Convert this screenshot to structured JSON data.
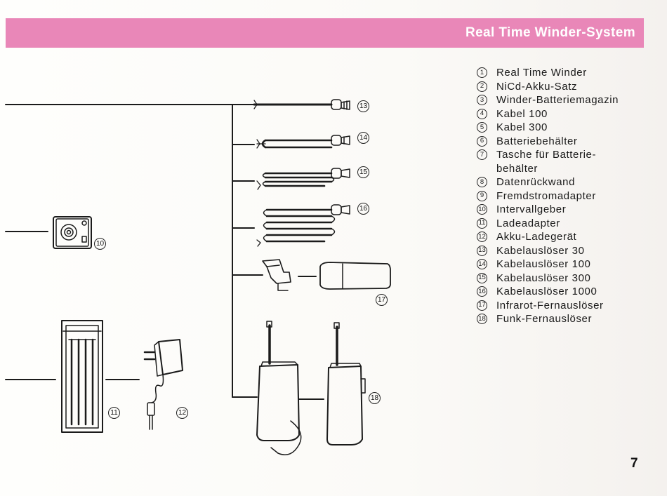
{
  "header": {
    "title": "Real Time Winder-System",
    "bar_color": "#e987b8"
  },
  "legend": [
    {
      "num": "1",
      "label": "Real Time Winder"
    },
    {
      "num": "2",
      "label": "NiCd-Akku-Satz"
    },
    {
      "num": "3",
      "label": "Winder-Batteriemagazin"
    },
    {
      "num": "4",
      "label": "Kabel 100"
    },
    {
      "num": "5",
      "label": "Kabel 300"
    },
    {
      "num": "6",
      "label": "Batteriebehälter"
    },
    {
      "num": "7",
      "label": "Tasche für Batterie-\nbehälter"
    },
    {
      "num": "8",
      "label": "Datenrückwand"
    },
    {
      "num": "9",
      "label": "Fremdstromadapter"
    },
    {
      "num": "10",
      "label": "Intervallgeber"
    },
    {
      "num": "11",
      "label": "Ladeadapter"
    },
    {
      "num": "12",
      "label": "Akku-Ladegerät"
    },
    {
      "num": "13",
      "label": "Kabelauslöser 30"
    },
    {
      "num": "14",
      "label": "Kabelauslöser 100"
    },
    {
      "num": "15",
      "label": "Kabelauslöser 300"
    },
    {
      "num": "16",
      "label": "Kabelauslöser 1000"
    },
    {
      "num": "17",
      "label": "Infrarot-Fernauslöser"
    },
    {
      "num": "18",
      "label": "Funk-Fernauslöser"
    }
  ],
  "diagram_labels": {
    "c10": "10",
    "c11": "11",
    "c12": "12",
    "c13": "13",
    "c14": "14",
    "c15": "15",
    "c16": "16",
    "c17": "17",
    "c18": "18"
  },
  "page_number": "7"
}
